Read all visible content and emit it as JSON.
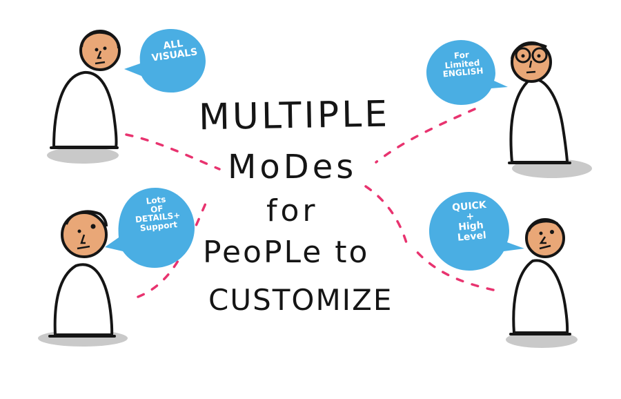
{
  "title": {
    "lines": [
      "MULTIPLE",
      "MoDes",
      "for",
      "PeoPLe to",
      "CUSTOMIZE"
    ]
  },
  "personas": [
    {
      "id": "top-left",
      "bubble": [
        "ALL",
        "VISUALS"
      ]
    },
    {
      "id": "top-right",
      "bubble": [
        "For",
        "Limited",
        "ENGLISH"
      ]
    },
    {
      "id": "bottom-left",
      "bubble": [
        "Lots",
        "OF",
        "DETAILS+",
        "Support"
      ]
    },
    {
      "id": "bottom-right",
      "bubble": [
        "QUICK",
        "+",
        "High",
        "Level"
      ]
    }
  ],
  "colors": {
    "bubble": "#4aaee3",
    "skin": "#e9a777",
    "connector": "#e8336f",
    "ink": "#151515",
    "shadow": "#c9c9c9"
  }
}
